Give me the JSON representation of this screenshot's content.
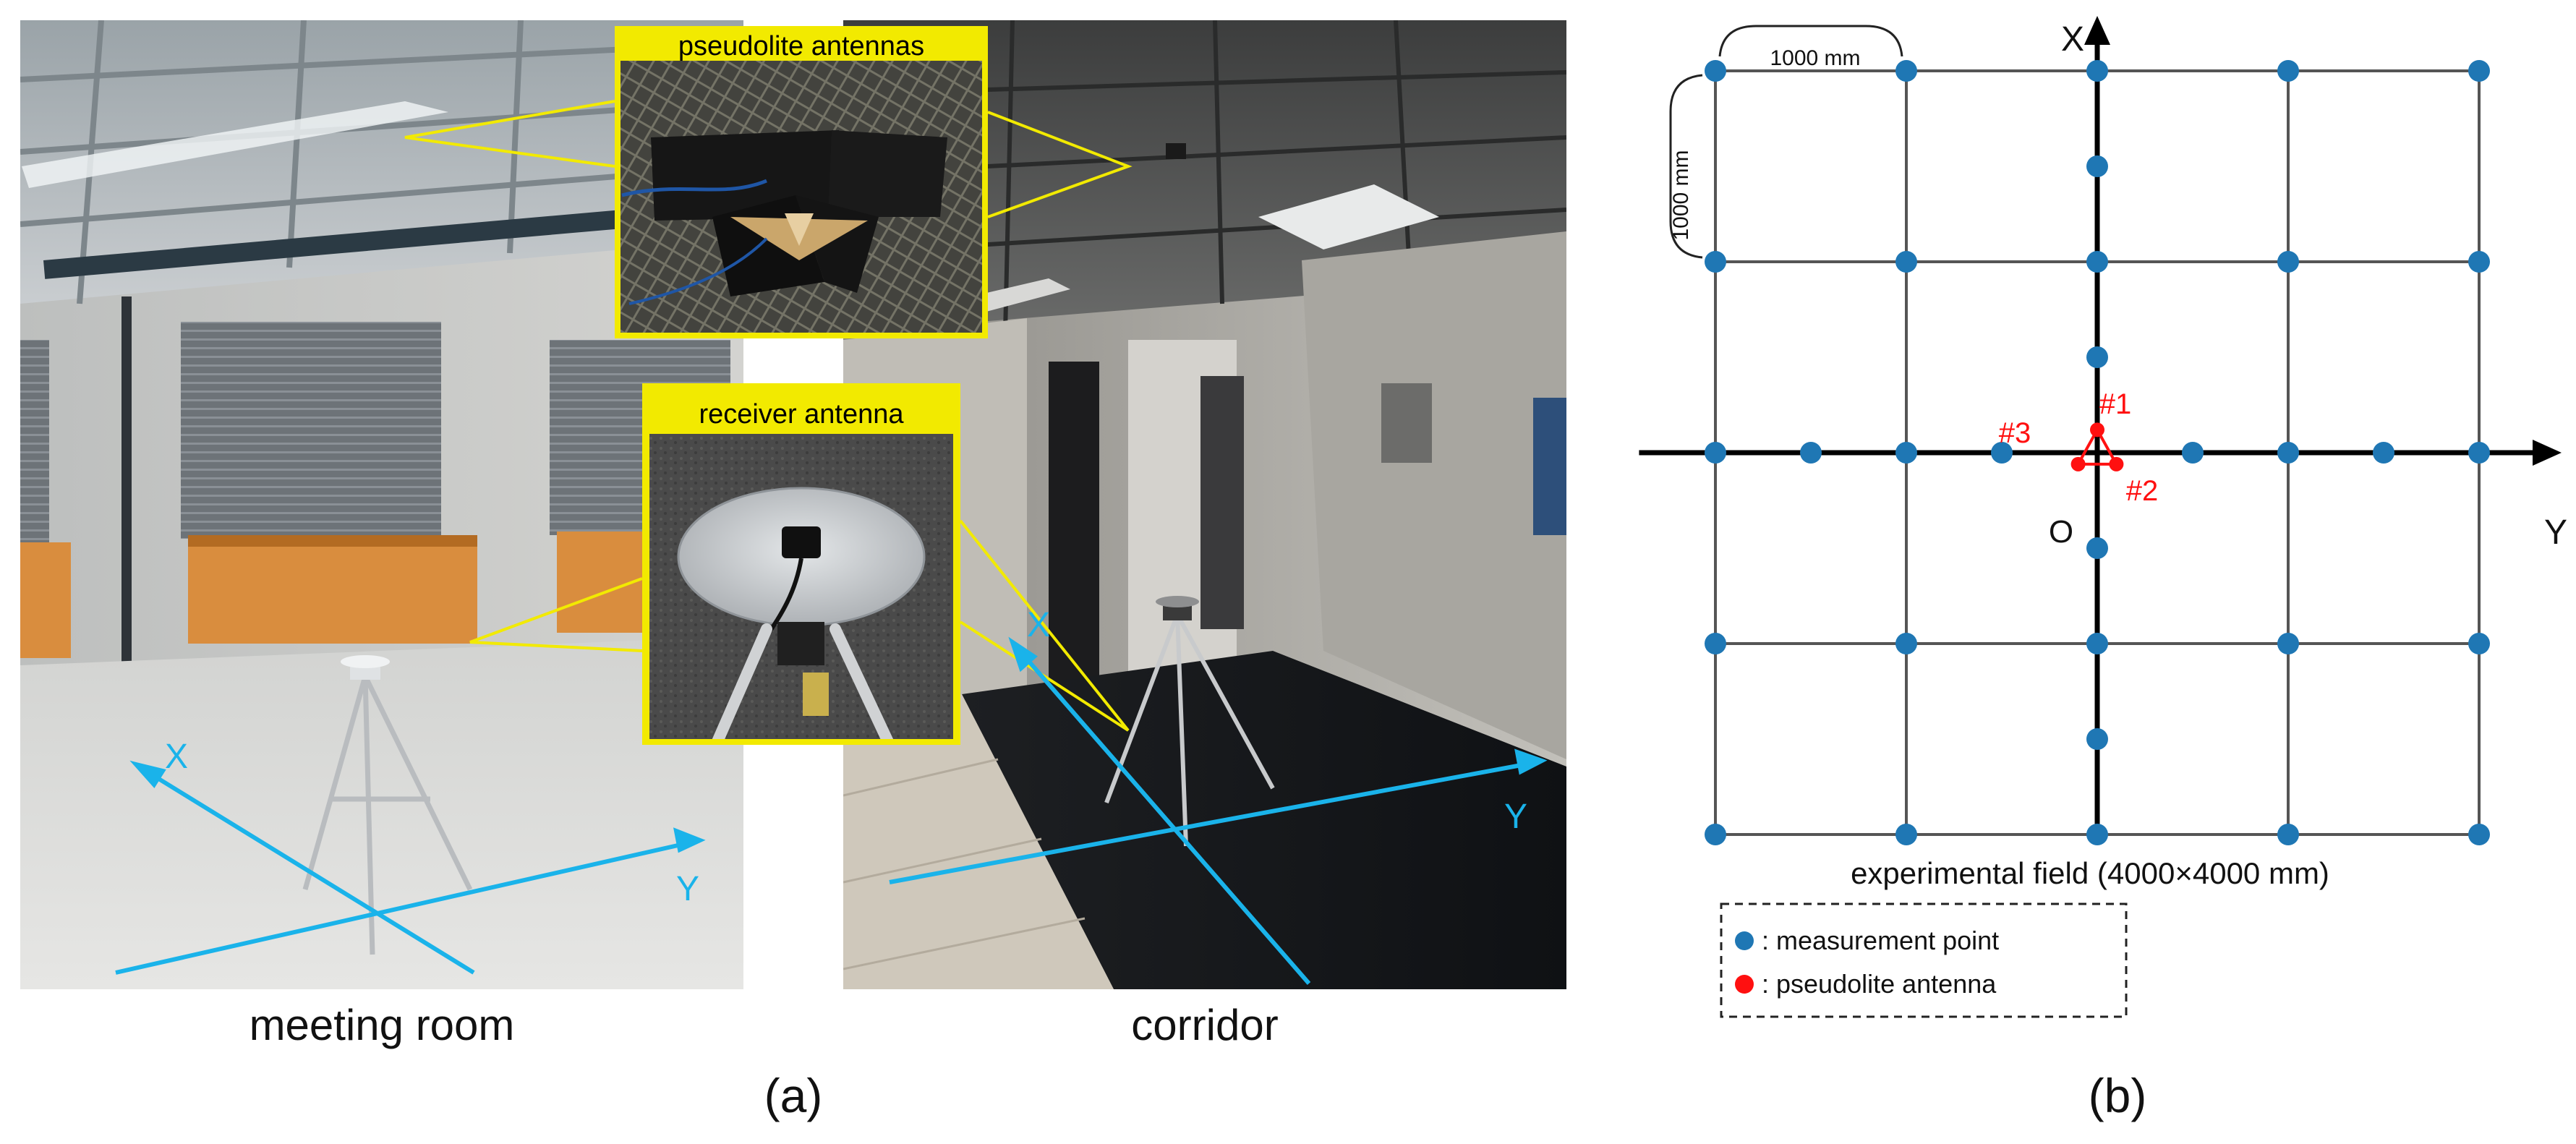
{
  "panel_a": {
    "photos": {
      "left_caption": "meeting room",
      "right_caption": "corridor"
    },
    "insets": {
      "top_title": "pseudolite antennas",
      "bottom_title": "receiver antenna"
    },
    "axis_labels": {
      "x": "X",
      "y": "Y"
    },
    "panel_label": "(a)"
  },
  "panel_b": {
    "axis_labels": {
      "x": "X",
      "y": "Y",
      "origin": "O"
    },
    "dimension_labels": {
      "horizontal": "1000 mm",
      "vertical": "1000 mm"
    },
    "field_caption": "experimental field (4000×4000 mm)",
    "legend": [
      {
        "label": ": measurement point",
        "color": "#1f77b4"
      },
      {
        "label": ": pseudolite antenna",
        "color": "#ff1010"
      }
    ],
    "antennas": [
      {
        "label": "#1",
        "x": 0,
        "y": 0.12
      },
      {
        "label": "#2",
        "x": 0.1,
        "y": -0.06
      },
      {
        "label": "#3",
        "x": -0.1,
        "y": -0.06
      }
    ],
    "measurement_points": [
      {
        "x": -2,
        "y": 2
      },
      {
        "x": -1,
        "y": 2
      },
      {
        "x": 0,
        "y": 2
      },
      {
        "x": 1,
        "y": 2
      },
      {
        "x": 2,
        "y": 2
      },
      {
        "x": -2,
        "y": 1
      },
      {
        "x": -1,
        "y": 1
      },
      {
        "x": 0,
        "y": 1
      },
      {
        "x": 1,
        "y": 1
      },
      {
        "x": 2,
        "y": 1
      },
      {
        "x": 0,
        "y": 1.5
      },
      {
        "x": 0,
        "y": 0.5
      },
      {
        "x": -2,
        "y": 0
      },
      {
        "x": -1.5,
        "y": 0
      },
      {
        "x": -1,
        "y": 0
      },
      {
        "x": -0.5,
        "y": 0
      },
      {
        "x": 0.5,
        "y": 0
      },
      {
        "x": 1,
        "y": 0
      },
      {
        "x": 1.5,
        "y": 0
      },
      {
        "x": 2,
        "y": 0
      },
      {
        "x": 0,
        "y": -0.5
      },
      {
        "x": 0,
        "y": -1.5
      },
      {
        "x": -2,
        "y": -1
      },
      {
        "x": -1,
        "y": -1
      },
      {
        "x": 0,
        "y": -1
      },
      {
        "x": 1,
        "y": -1
      },
      {
        "x": 2,
        "y": -1
      },
      {
        "x": -2,
        "y": -2
      },
      {
        "x": -1,
        "y": -2
      },
      {
        "x": 0,
        "y": -2
      },
      {
        "x": 1,
        "y": -2
      },
      {
        "x": 2,
        "y": -2
      }
    ],
    "panel_label": "(b)"
  },
  "colors": {
    "inset_border": "#f2ea00",
    "photo_axis": "#1ab3ea",
    "inset_title": "#000000",
    "grid": "#555555",
    "main_axis": "#000000",
    "point": "#1f77b4",
    "antenna": "#ff1010"
  }
}
